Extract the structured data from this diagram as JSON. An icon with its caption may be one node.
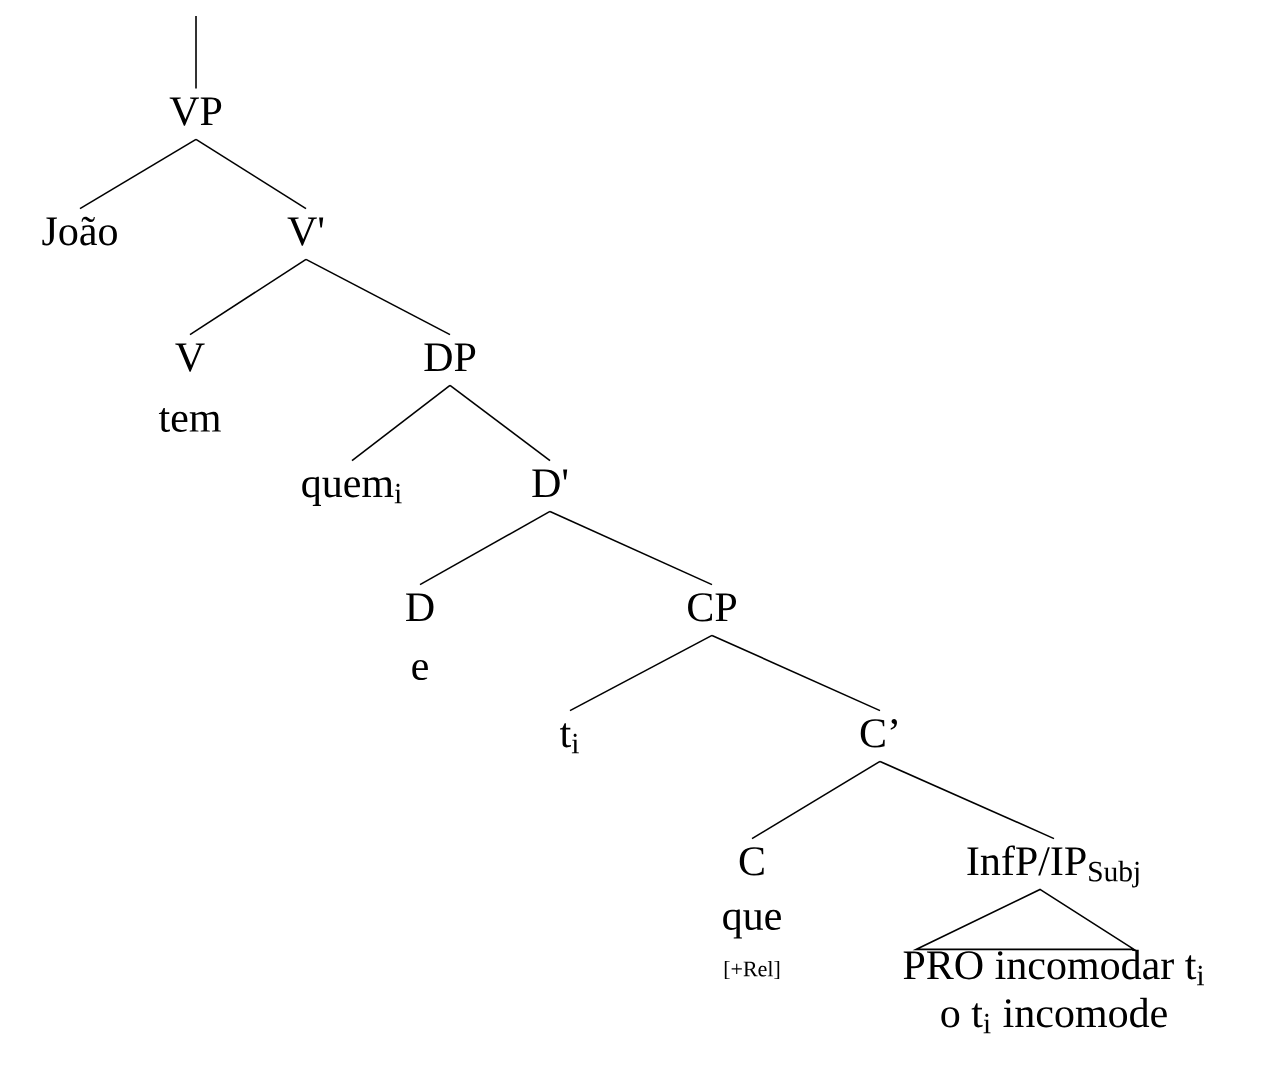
{
  "diagram": {
    "nodes": [
      {
        "text": [
          "VP"
        ]
      },
      {
        "text": [
          "João"
        ]
      },
      {
        "text": [
          "V'"
        ]
      },
      {
        "text": [
          "V"
        ],
        "beside": [
          "tem"
        ]
      },
      {
        "text": [
          "DP"
        ]
      },
      {
        "text": [
          "quem$_{i}$"
        ]
      },
      {
        "text": [
          "D'"
        ]
      },
      {
        "text": [
          "D"
        ],
        "beside": [
          "e"
        ]
      },
      {
        "text": [
          "CP"
        ]
      },
      {
        "text": [
          "t$_{i}$"
        ]
      },
      {
        "text": [
          "C’"
        ]
      },
      {
        "text": [
          "C"
        ],
        "beside": [
          "que",
          "[+Rel]"
        ]
      },
      {
        "text": [
          "InfP/IP$_{Subj}$"
        ]
      },
      {
        "text": [
          "PRO incomodar t$_{i}$",
          "o t$_{i}$ incomode"
        ]
      }
    ],
    "edges": [
      {
        "from": null,
        "to": 0,
        "arrow": "none"
      },
      {
        "from": 0,
        "to": 1,
        "arrow": "none"
      },
      {
        "from": 0,
        "to": 2,
        "arrow": "none"
      },
      {
        "from": 2,
        "to": 3,
        "arrow": "none"
      },
      {
        "from": 2,
        "to": 4,
        "arrow": "none"
      },
      {
        "from": 4,
        "to": 5,
        "arrow": "none"
      },
      {
        "from": 4,
        "to": 6,
        "arrow": "none"
      },
      {
        "from": 6,
        "to": 7,
        "arrow": "none"
      },
      {
        "from": 6,
        "to": 8,
        "arrow": "none"
      },
      {
        "from": 8,
        "to": 9,
        "arrow": "none"
      },
      {
        "from": 8,
        "to": 10,
        "arrow": "none"
      },
      {
        "from": 10,
        "to": 11,
        "arrow": "none"
      },
      {
        "from": 10,
        "to": 12,
        "arrow": "none"
      },
      {
        "from": 12,
        "to": 13,
        "arrow": "none"
      }
    ]
  }
}
